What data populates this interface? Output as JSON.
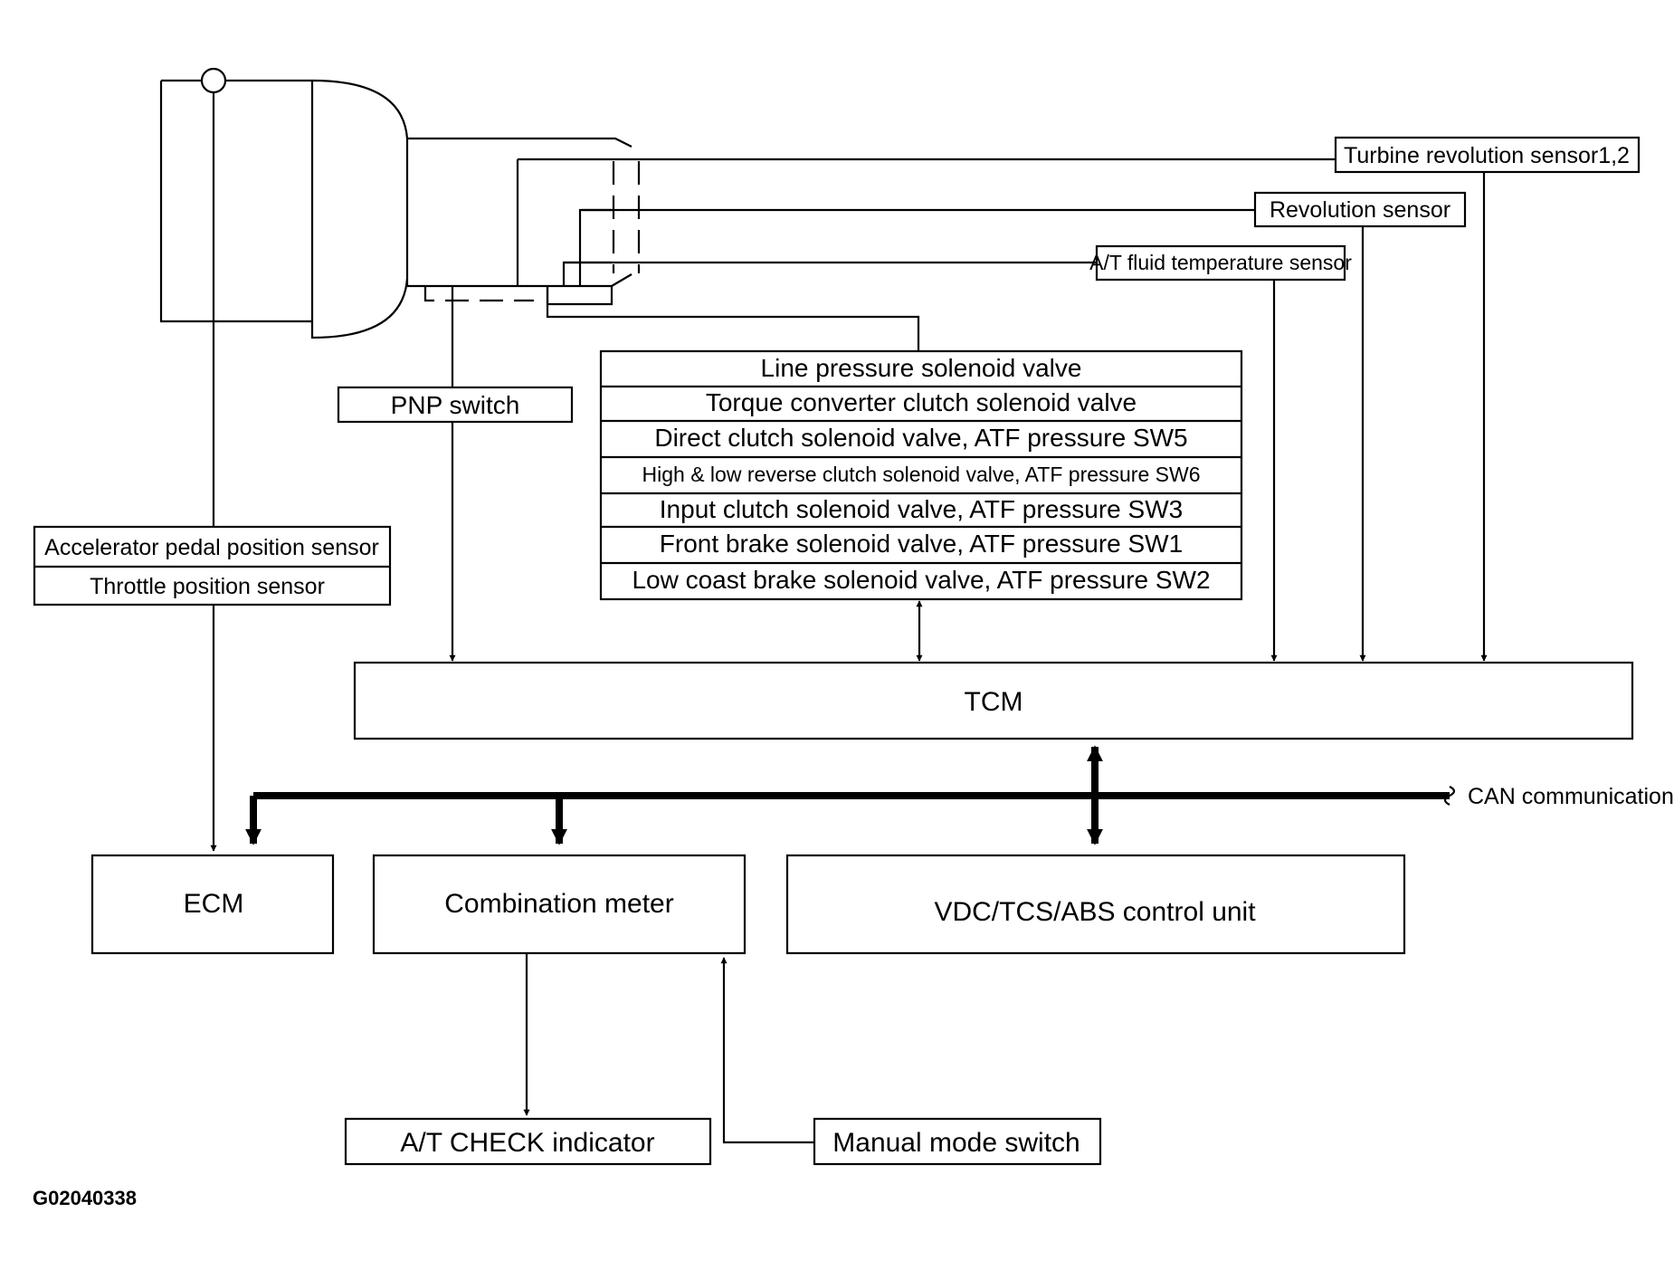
{
  "diagram": {
    "figure_id": "G02040338",
    "can_label": "CAN communication",
    "tcm": "TCM",
    "sensors": {
      "turbine": "Turbine revolution sensor1,2",
      "revolution": "Revolution sensor",
      "fluid_temp": "A/T fluid temperature sensor",
      "pnp": "PNP switch",
      "accelerator": "Accelerator pedal position sensor",
      "throttle": "Throttle position sensor"
    },
    "solenoids": [
      "Line pressure solenoid valve",
      "Torque converter clutch solenoid valve",
      "Direct clutch solenoid valve,  ATF pressure SW5",
      "High & low reverse clutch solenoid valve, ATF pressure SW6",
      "Input clutch solenoid valve,  ATF pressure SW3",
      "Front brake solenoid valve,  ATF pressure SW1",
      "Low coast  brake solenoid valve, ATF pressure SW2"
    ],
    "units": {
      "ecm": "ECM",
      "combination_meter": "Combination meter",
      "vdc": "VDC/TCS/ABS control unit"
    },
    "indicators": {
      "at_check": "A/T CHECK indicator",
      "manual_mode": "Manual mode switch"
    }
  }
}
